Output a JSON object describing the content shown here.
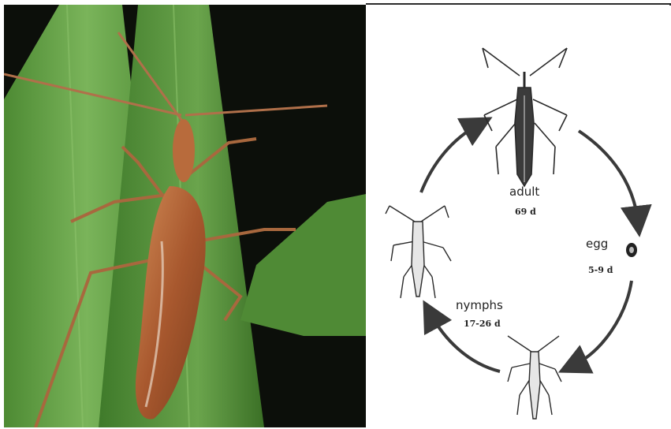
{
  "photo": {
    "subject_icon": "insect-photo-icon",
    "leaf_color": "#5f9a3f",
    "bug_color": "#b86b3c",
    "background_color": "#0c0f0a"
  },
  "lifecycle": {
    "stages": [
      {
        "key": "adult",
        "label": "adult",
        "duration": "69 d"
      },
      {
        "key": "egg",
        "label": "egg",
        "duration": "5-9 d"
      },
      {
        "key": "nymphs",
        "label": "nymphs",
        "duration": "17-26 d"
      }
    ],
    "arrow_color": "#3a3a3a",
    "drawing_color": "#2a2a2a"
  }
}
